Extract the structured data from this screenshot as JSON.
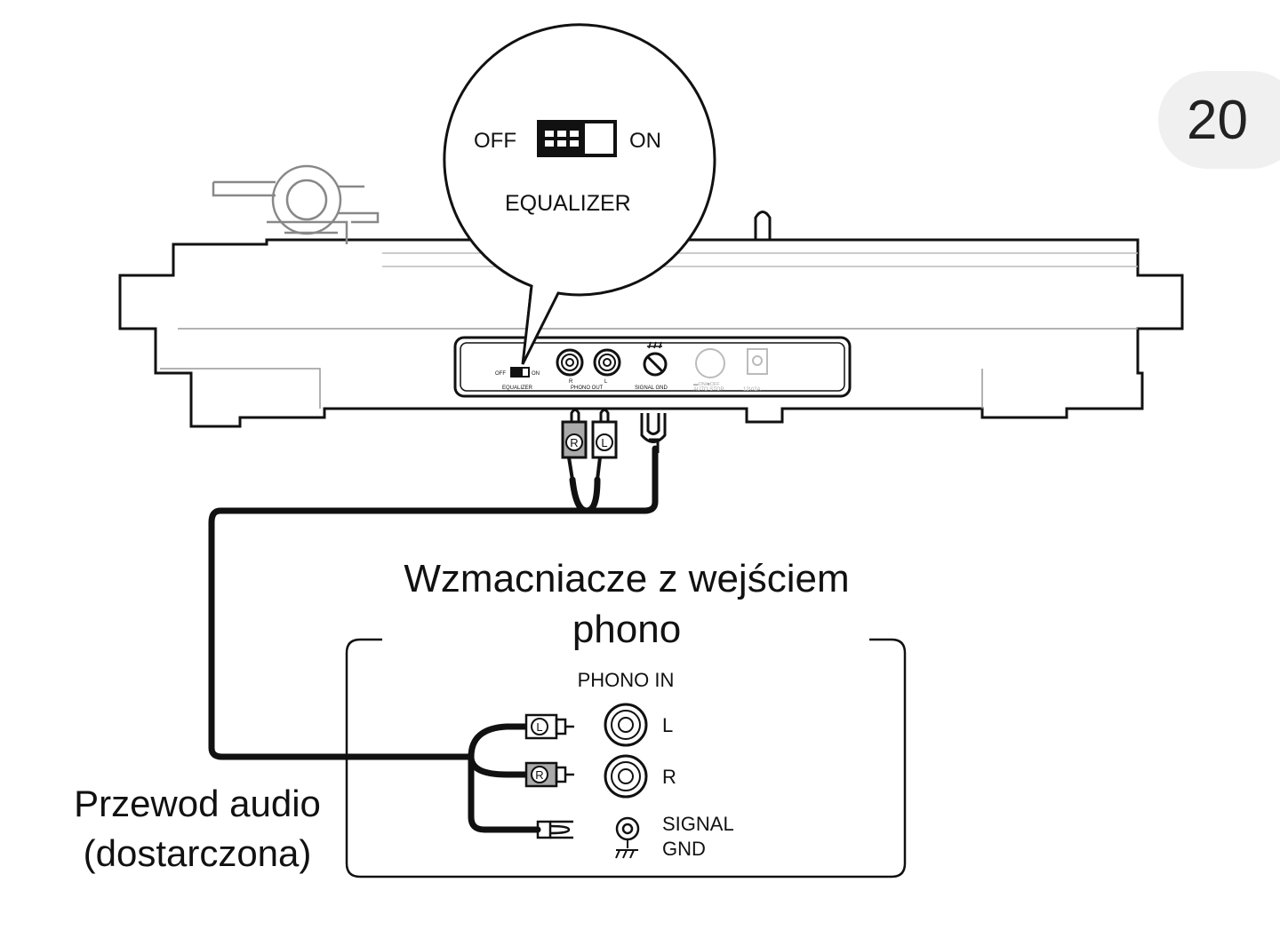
{
  "page_number": "20",
  "callout": {
    "off": "OFF",
    "on": "ON",
    "label": "EQUALIZER"
  },
  "panel": {
    "eq_off": "OFF",
    "eq_on": "ON",
    "eq_label": "EQUALIZER",
    "phono_r": "R",
    "phono_l": "L",
    "phono_out": "PHONO OUT",
    "signal_gnd": "SIGNAL GND",
    "auto_stop_mode": "▬ON/■OFF",
    "auto_stop": "AUTO STOP",
    "power": "12V/2A"
  },
  "plugs": {
    "r": "R",
    "l": "L"
  },
  "amp": {
    "title_line1": "Wzmacniacze z wejściem",
    "title_line2": "phono",
    "phono_in": "PHONO IN",
    "jack_l": "L",
    "jack_r": "R",
    "gnd_line1": "SIGNAL",
    "gnd_line2": "GND"
  },
  "cable": {
    "line1": "Przewod audio",
    "line2": "(dostarczona)"
  }
}
